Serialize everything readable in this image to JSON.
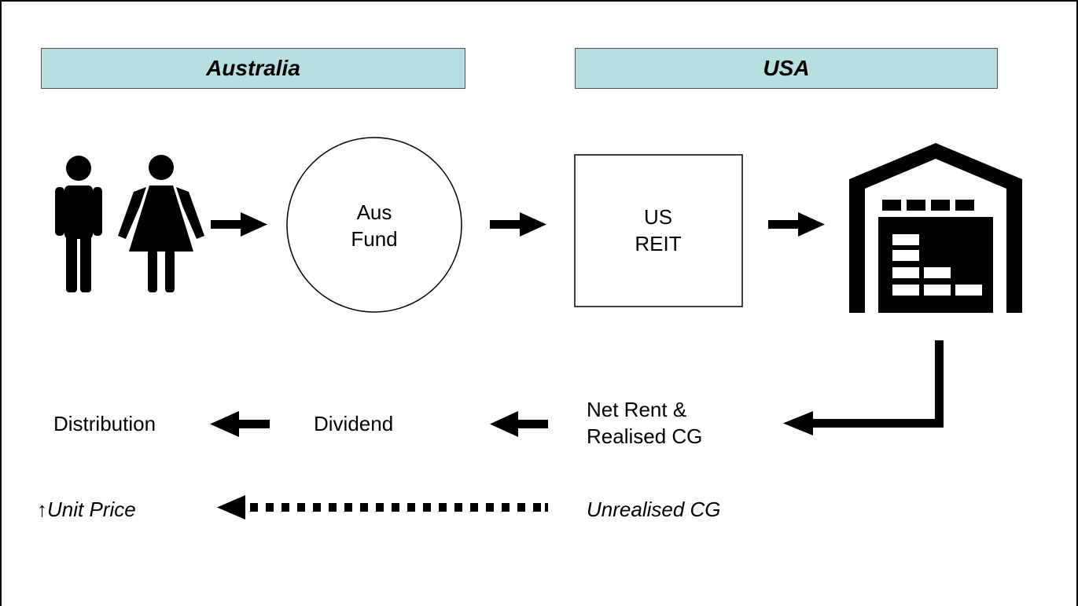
{
  "regions": {
    "left": "Australia",
    "right": "USA"
  },
  "nodes": {
    "fund_line1": "Aus",
    "fund_line2": "Fund",
    "reit_line1": "US",
    "reit_line2": "REIT"
  },
  "flows": {
    "distribution": "Distribution",
    "dividend": "Dividend",
    "net_rent_line1": "Net Rent &",
    "net_rent_line2": "Realised CG",
    "unit_price": "Unit Price",
    "unit_price_symbol": "↑",
    "unrealised": "Unrealised CG"
  },
  "icons": {
    "people": "man-woman-icon",
    "warehouse": "warehouse-icon"
  },
  "colors": {
    "header_fill": "#b7dfe0",
    "ink": "#000000"
  }
}
